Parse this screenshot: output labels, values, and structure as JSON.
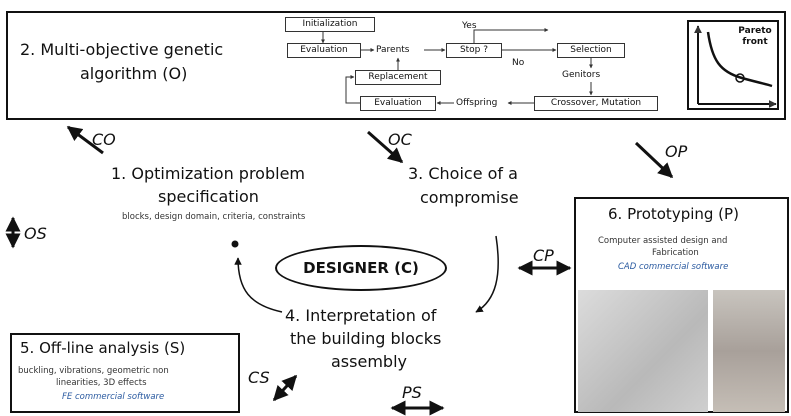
{
  "algo": {
    "title_line1": "2. Multi-objective genetic",
    "title_line2": "algorithm (O)",
    "flow": {
      "initialization": "Initialization",
      "evaluation_top": "Evaluation",
      "parents": "Parents",
      "stop": "Stop ?",
      "yes": "Yes",
      "no": "No",
      "selection": "Selection",
      "genitors": "Genitors",
      "replacement": "Replacement",
      "evaluation_bottom": "Evaluation",
      "offspring": "Offspring",
      "crossover": "Crossover, Mutation"
    },
    "pareto_label": "Pareto front"
  },
  "links": {
    "co": "CO",
    "oc": "OC",
    "op": "OP",
    "os": "OS",
    "cp": "CP",
    "cs": "CS",
    "ps": "PS"
  },
  "step1": {
    "line1": "1. Optimization problem",
    "line2": "specification",
    "detail": "blocks, design domain, criteria, constraints"
  },
  "step3": {
    "line1": "3. Choice of a",
    "line2": "compromise"
  },
  "designer": "DESIGNER (C)",
  "step4": {
    "line1": "4. Interpretation of",
    "line2": "the building blocks",
    "line3": "assembly"
  },
  "step5": {
    "title": "5. Off-line analysis (S)",
    "detail1": "buckling, vibrations, geometric non",
    "detail2": "linearities, 3D effects",
    "software": "FE commercial software"
  },
  "step6": {
    "title": "6. Prototyping (P)",
    "detail1": "Computer assisted design and",
    "detail2": "Fabrication",
    "software": "CAD commercial software"
  }
}
